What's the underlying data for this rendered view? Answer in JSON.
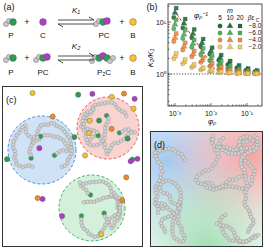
{
  "diagram": {
    "nodes": [
      {
        "text": [
          "(c)"
        ]
      },
      {
        "text": [
          "(d)"
        ]
      }
    ],
    "labels": [
      "(a)",
      "K₁",
      "P",
      "+",
      "C",
      "PC",
      "+",
      "B",
      "K₂",
      "P",
      "+",
      "PC",
      "P₂C",
      "+",
      "B",
      "(b)",
      "K₂/K₁",
      "φₚ⁻¹",
      "m",
      "5",
      "10",
      "20",
      "βε",
      "C",
      "10¹",
      "10⁰",
      "10⁻³",
      "10⁻²",
      "10⁻¹",
      "φₚ"
    ],
    "legend": [
      {
        "text": "−8.0"
      },
      {
        "text": "−6.0"
      },
      {
        "text": "−4.0"
      },
      {
        "text": "−2.0"
      }
    ]
  }
}
